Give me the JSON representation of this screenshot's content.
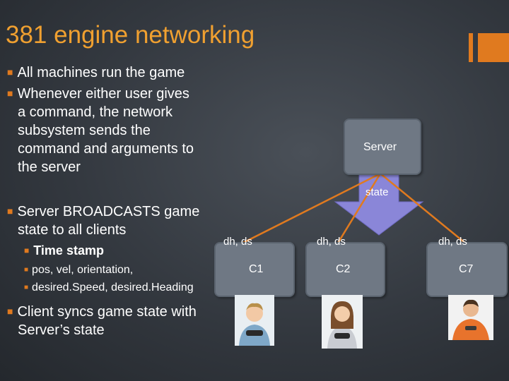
{
  "title": "381 engine networking",
  "bullets": {
    "b1": "All machines run the game",
    "b2_lines": [
      "Whenever either user gives",
      "a command, the network",
      "subsystem sends the",
      "command and arguments to",
      "the server"
    ],
    "b3_lines": [
      "Server BROADCASTS game",
      "state to all clients"
    ],
    "sub_timestamp": "Time stamp",
    "sub_pos": "pos, vel, orientation,",
    "sub_desired": "desired.Speed, desired.Heading",
    "b4_lines": [
      "Client syncs game state with",
      "Server’s state"
    ]
  },
  "diagram": {
    "server_label": "Server",
    "state_label": "state",
    "clients": [
      {
        "name": "C1",
        "dh_ds": "dh, ds"
      },
      {
        "name": "C2",
        "dh_ds": "dh, ds"
      },
      {
        "name": "C7",
        "dh_ds": "dh, ds"
      }
    ]
  },
  "colors": {
    "title": "#f0a030",
    "accent": "#e07a1f",
    "box_fill": "#6f7884",
    "arrow_fill": "#8a86d8"
  }
}
